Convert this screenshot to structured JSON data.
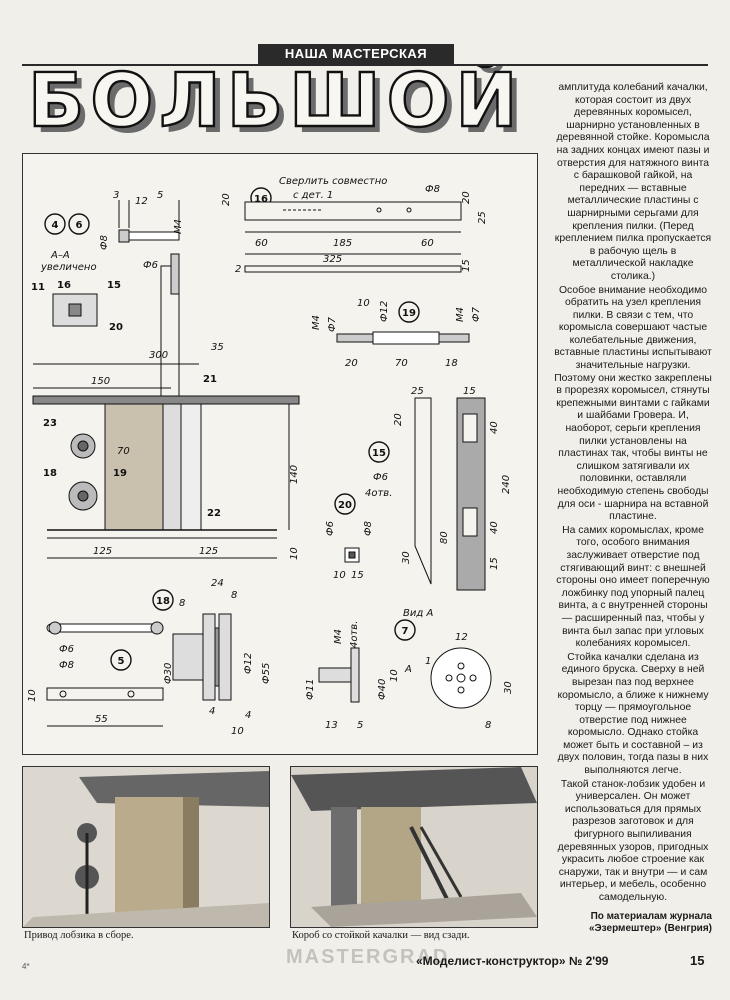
{
  "header": {
    "section": "НАША МАСТЕРСКАЯ",
    "title": "БОЛЬШОЙ"
  },
  "drawing": {
    "part_numbers": [
      "4",
      "6",
      "16",
      "19",
      "15",
      "20",
      "18",
      "5",
      "7",
      "11",
      "16",
      "15",
      "20",
      "23",
      "18",
      "19",
      "21",
      "22"
    ],
    "labels": {
      "section_aa": "А–А",
      "enlarged": "увеличено",
      "drill_note_1": "Сверлить совместно",
      "drill_note_2": "с дет. 1",
      "holes_4": "4отв.",
      "view_a": "Вид А",
      "a_mark": "А"
    },
    "dims": {
      "d3": "3",
      "d12": "12",
      "d5": "5",
      "d8": "Ф8",
      "m4": "M4",
      "d6": "Ф6",
      "p16_20": "20",
      "p16_60a": "60",
      "p16_185": "185",
      "p16_60b": "60",
      "p16_325": "325",
      "p16_f8": "Ф8",
      "p16_20b": "20",
      "p16_25": "25",
      "p16_2": "2",
      "p16_15": "15",
      "p19_m4": "M4",
      "p19_f7": "Ф7",
      "p19_10": "10",
      "p19_f12": "Ф12",
      "p19_m4b": "M4",
      "p19_f7b": "Ф7",
      "p19_20": "20",
      "p19_70": "70",
      "p19_18": "18",
      "a300": "300",
      "a35": "35",
      "a150": "150",
      "a70": "70",
      "a140": "140",
      "a125a": "125",
      "a125b": "125",
      "a10": "10",
      "p15_25": "25",
      "p15_15": "15",
      "p15_20": "20",
      "p15_40": "40",
      "p15_240": "240",
      "p15_80": "80",
      "p15_30": "30",
      "p15_40b": "40",
      "p15_15b": "15",
      "p15_f6": "Ф6",
      "p20_f6": "Ф6",
      "p20_f8": "Ф8",
      "p20_10": "10",
      "p20_15": "15",
      "p18_24": "24",
      "p18_8a": "8",
      "p18_8b": "8",
      "p18_f30": "Ф30",
      "p18_f12": "Ф12",
      "p18_f55": "Ф55",
      "p18_4a": "4",
      "p18_4b": "4",
      "p18_10": "10",
      "p5_f6": "Ф6",
      "p5_f8": "Ф8",
      "p5_10": "10",
      "p5_55": "55",
      "p7_m4": "M4",
      "p7_4holes": "4отв",
      "p7_f11": "Ф11",
      "p7_f40": "Ф40",
      "p7_10": "10",
      "p7_13": "13",
      "p7_5": "5",
      "p7_12": "12",
      "p7_30": "30",
      "p7_8": "8",
      "p7_1": "1"
    }
  },
  "article": {
    "paragraphs": [
      "амплитуда колебаний качалки, которая состоит из двух деревянных коромысел, шарнирно установленных в деревянной стойке. Коромысла на задних концах имеют пазы и отверстия для натяжного винта с барашковой гайкой, на передних — вставные металлические пластины с шарнирными серьгами для крепления пилки. (Перед креплением пилка пропускается в рабочую щель в металлической накладке столика.)",
      "Особое внимание необходимо обратить на узел крепления пилки. В связи с тем, что коромысла совершают частые колебательные движения, вставные пластины испытывают значительные нагрузки. Поэтому они жестко закреплены в прорезях коромысел, стянуты крепежными винтами с гайками и шайбами Гровера. И, наоборот, серьги крепления пилки установлены на пластинах так, чтобы винты не слишком затягивали их половинки, оставляли необходимую степень свободы для оси - шарнира на вставной пластине.",
      "На самих коромыслах, кроме того, особого внимания заслуживает отверстие под стягивающий винт: с внешней стороны оно имеет поперечную ложбинку под упорный палец винта, а с внутренней стороны — расширенный паз, чтобы у винта был запас при угловых колебаниях коромысел.",
      "Стойка качалки сделана из единого бруска. Сверху в ней вырезан паз под верхнее коромысло, а ближе к нижнему торцу — прямоугольное отверстие под нижнее коромысло. Однако стойка может быть и составной – из двух половин, тогда пазы в них выполняются легче.",
      "Такой станок-лобзик удобен и универсален. Он может использоваться для прямых разрезов заготовок и для фигурного выпиливания деревянных узоров, пригодных украсить любое строение как снаружи, так и внутри — и сам интерьер, и мебель, особенно самодельную."
    ],
    "credit": "По материалам журнала «Эзермештер» (Венгрия)"
  },
  "captions": {
    "left": "Привод лобзика в сборе.",
    "right": "Короб со стойкой качалки — вид сзади."
  },
  "footer": {
    "mark": "4*",
    "watermark": "MASTERGRAD",
    "journal": "«Моделист-конструктор» № 2'99",
    "page": "15"
  }
}
